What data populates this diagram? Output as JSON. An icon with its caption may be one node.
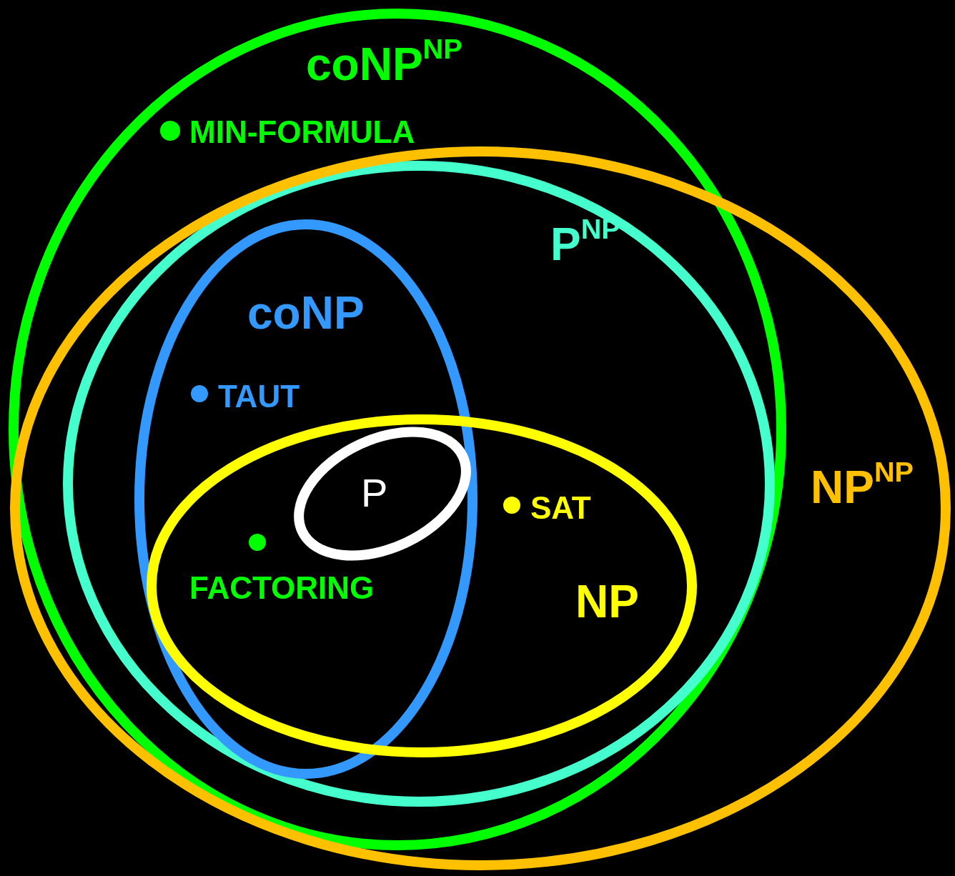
{
  "diagram": {
    "nodes": [
      {
        "text": [
          "coNP$^{NP}$"
        ]
      },
      {
        "text": [
          "NP$^{NP}$"
        ]
      },
      {
        "text": [
          "P$^{NP}$"
        ],
        "in": 0
      },
      {
        "text": [
          "coNP"
        ],
        "in": 2
      },
      {
        "text": [
          "NP"
        ],
        "in": 2
      },
      {
        "text": [
          "P"
        ]
      },
      {
        "text": [
          "MIN-FORMULA"
        ],
        "in": 0
      },
      {
        "text": [
          "TAUT"
        ],
        "in": 3
      },
      {
        "text": [
          "SAT"
        ],
        "in": 4
      },
      {
        "text": [
          "FACTORING"
        ]
      }
    ]
  }
}
